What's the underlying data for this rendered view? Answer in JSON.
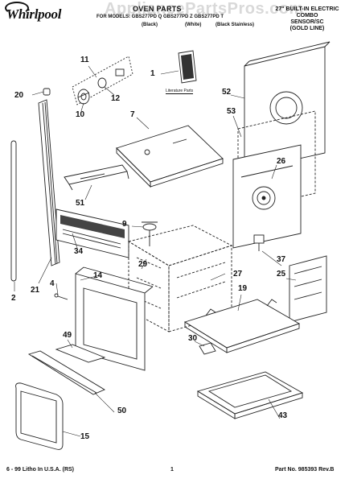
{
  "header": {
    "brand": "Whirlpool",
    "watermark": "AppliancePartsPros.com",
    "title": "OVEN PARTS",
    "models": "FOR MODELS: GBS277PD Q  GBS277PD Z  GBS277PD T",
    "finishes": [
      "(Black)",
      "(White)",
      "(Black Stainless)"
    ],
    "product_lines": [
      "27\" BUILT-IN ELECTRIC",
      "COMBO",
      "SENSOR/SC",
      "(GOLD LINE)"
    ]
  },
  "literature_label": "Literature Parts",
  "callouts": [
    "1",
    "2",
    "4",
    "7",
    "9",
    "10",
    "11",
    "12",
    "14",
    "15",
    "19",
    "20",
    "21",
    "25",
    "26",
    "27",
    "29",
    "30",
    "34",
    "37",
    "43",
    "49",
    "50",
    "51",
    "52",
    "53"
  ],
  "footer": {
    "litho": "6 - 99 Litho In U.S.A. (RS)",
    "page": "1",
    "part_no": "Part No. 985393 Rev.B"
  }
}
